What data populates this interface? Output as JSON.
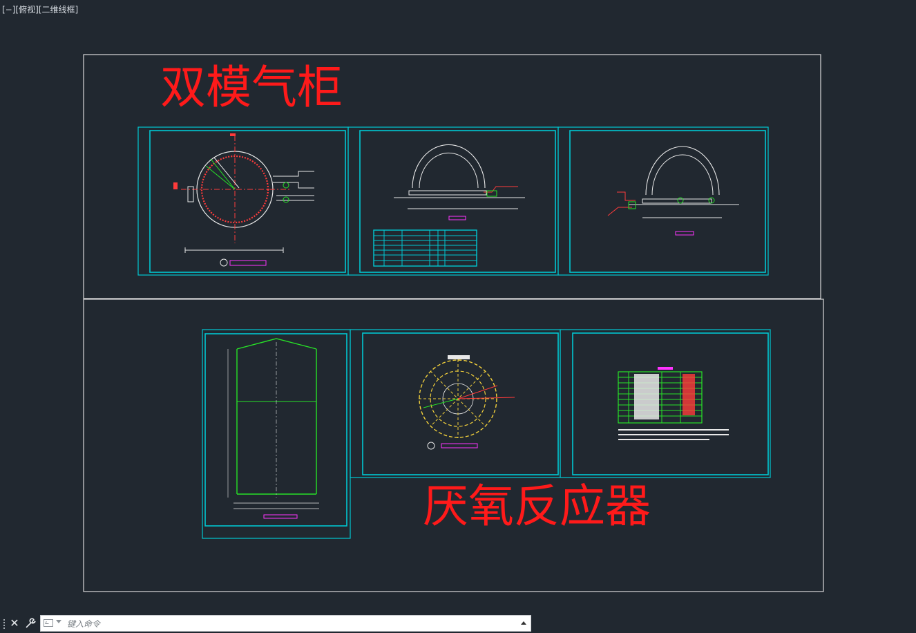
{
  "viewport": {
    "minimize": "[−]",
    "view": "[俯视]",
    "visual_style": "[二维线框]"
  },
  "titles": {
    "top_group": "双模气柜",
    "bottom_group": "厌氧反应器"
  },
  "command_line": {
    "placeholder": "键入命令",
    "value": ""
  },
  "colors": {
    "background": "#212830",
    "frame": "#d9d9d9",
    "sheet_border": "#00c8d2",
    "title_text": "#ff1a1a",
    "magenta": "#ff33ff",
    "green": "#27e327",
    "yellow": "#f3d13b",
    "white_lines": "#e8e8e8"
  },
  "icons": {
    "close": "close-icon",
    "customize": "wrench-icon",
    "prompt": "command-prompt-icon",
    "history": "chevron-up-icon"
  }
}
